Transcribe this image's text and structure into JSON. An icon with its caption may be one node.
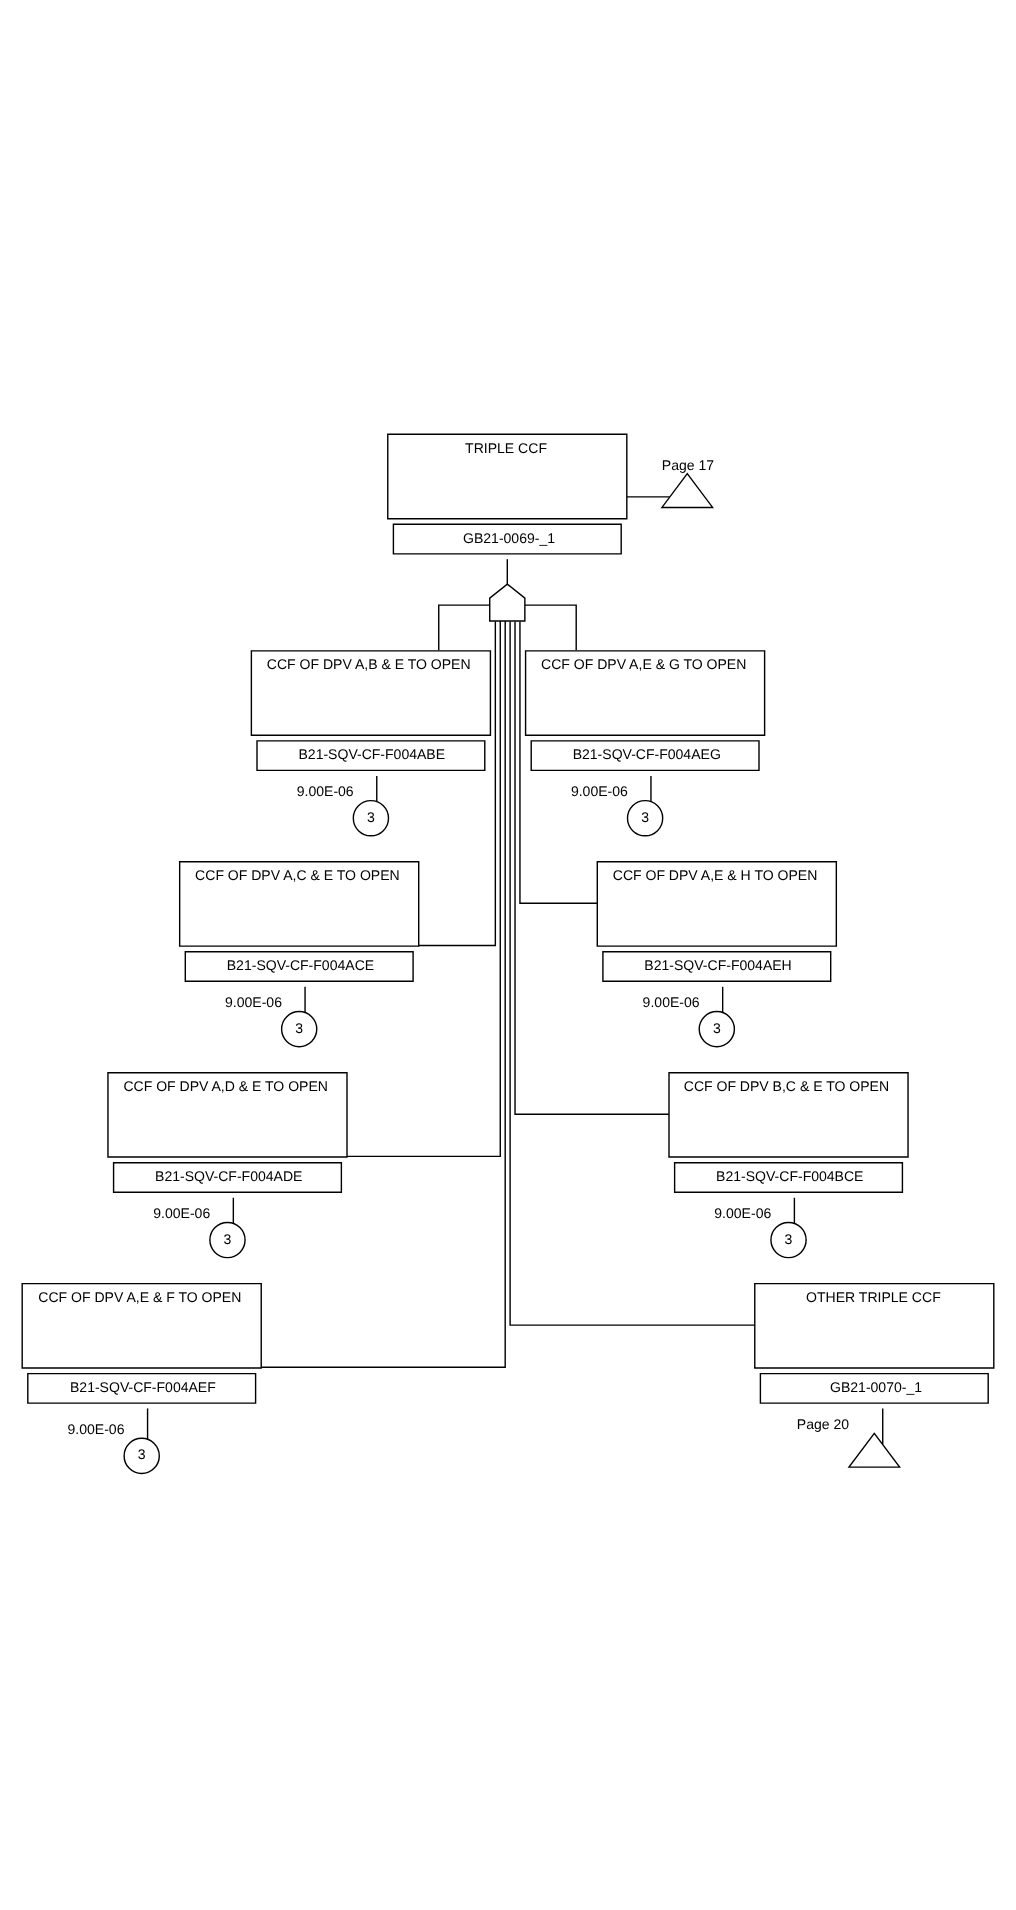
{
  "diagram": {
    "nodes": [
      {
        "text": [
          "TRIPLE CCF",
          "GB21-0069-_1"
        ]
      },
      {
        "text": [],
        "shape": "triangle",
        "beside": [
          "Page 17"
        ]
      },
      {
        "text": [],
        "shape": "gate"
      },
      {
        "text": [
          "CCF OF DPV A,B & E TO OPEN",
          "B21-SQV-CF-F004ABE"
        ]
      },
      {
        "text": [
          "3"
        ],
        "beside": [
          "9.00E-06"
        ]
      },
      {
        "text": [
          "CCF OF DPV A,E & G TO OPEN",
          "B21-SQV-CF-F004AEG"
        ]
      },
      {
        "text": [
          "3"
        ],
        "beside": [
          "9.00E-06"
        ]
      },
      {
        "text": [
          "CCF OF DPV A,C & E TO OPEN",
          "B21-SQV-CF-F004ACE"
        ]
      },
      {
        "text": [
          "3"
        ],
        "beside": [
          "9.00E-06"
        ]
      },
      {
        "text": [
          "CCF OF DPV A,E & H TO OPEN",
          "B21-SQV-CF-F004AEH"
        ]
      },
      {
        "text": [
          "3"
        ],
        "beside": [
          "9.00E-06"
        ]
      },
      {
        "text": [
          "CCF OF DPV A,D & E TO OPEN",
          "B21-SQV-CF-F004ADE"
        ]
      },
      {
        "text": [
          "3"
        ],
        "beside": [
          "9.00E-06"
        ]
      },
      {
        "text": [
          "CCF OF DPV B,C & E TO OPEN",
          "B21-SQV-CF-F004BCE"
        ]
      },
      {
        "text": [
          "3"
        ],
        "beside": [
          "9.00E-06"
        ]
      },
      {
        "text": [
          "CCF OF DPV A,E & F TO OPEN",
          "B21-SQV-CF-F004AEF"
        ]
      },
      {
        "text": [
          "3"
        ],
        "beside": [
          "9.00E-06"
        ]
      },
      {
        "text": [
          "OTHER TRIPLE CCF",
          "GB21-0070-_1"
        ]
      },
      {
        "text": [],
        "shape": "triangle",
        "beside": [
          "Page 20"
        ]
      }
    ],
    "edges": [
      {
        "from": 0,
        "to": 1,
        "arrow": "none"
      },
      {
        "from": 2,
        "to": 0,
        "arrow": "none"
      },
      {
        "from": 3,
        "to": 2,
        "arrow": "none"
      },
      {
        "from": 5,
        "to": 2,
        "arrow": "none"
      },
      {
        "from": 7,
        "to": 2,
        "arrow": "none"
      },
      {
        "from": 9,
        "to": 2,
        "arrow": "none"
      },
      {
        "from": 11,
        "to": 2,
        "arrow": "none"
      },
      {
        "from": 13,
        "to": 2,
        "arrow": "none"
      },
      {
        "from": 15,
        "to": 2,
        "arrow": "none"
      },
      {
        "from": 17,
        "to": 2,
        "arrow": "none"
      },
      {
        "from": 3,
        "to": 4,
        "arrow": "none"
      },
      {
        "from": 5,
        "to": 6,
        "arrow": "none"
      },
      {
        "from": 7,
        "to": 8,
        "arrow": "none"
      },
      {
        "from": 9,
        "to": 10,
        "arrow": "none"
      },
      {
        "from": 11,
        "to": 12,
        "arrow": "none"
      },
      {
        "from": 13,
        "to": 14,
        "arrow": "none"
      },
      {
        "from": 15,
        "to": 16,
        "arrow": "none"
      },
      {
        "from": 17,
        "to": 18,
        "arrow": "none"
      }
    ]
  }
}
